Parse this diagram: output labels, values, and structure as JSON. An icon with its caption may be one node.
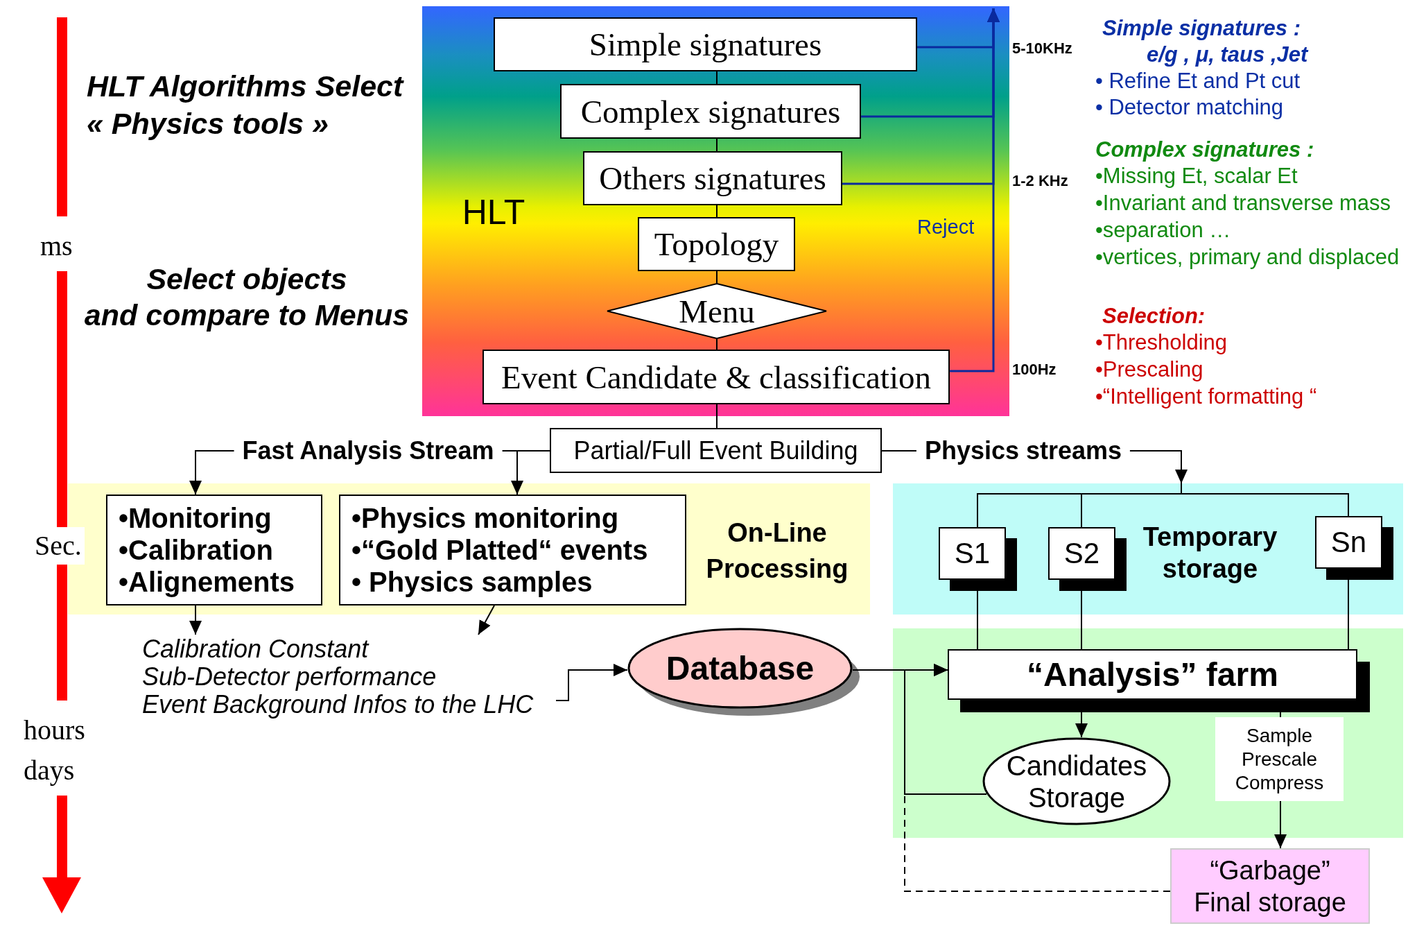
{
  "diagram": {
    "nodes": [
      {
        "text": [
          "HLT"
        ]
      },
      {
        "text": [
          "Simple signatures"
        ],
        "in": 0
      },
      {
        "text": [
          "Complex signatures"
        ],
        "in": 0
      },
      {
        "text": [
          "Others signatures"
        ],
        "in": 0
      },
      {
        "text": [
          "Topology"
        ],
        "in": 0
      },
      {
        "text": [
          "Menu"
        ],
        "in": 0
      },
      {
        "text": [
          "Event Candidate & classification"
        ],
        "in": 0
      },
      {
        "text": [
          "Partial/Full Event Building"
        ]
      },
      {
        "text": [
          "On-Line Processing"
        ]
      },
      {
        "text": [
          "•Monitoring",
          "•Calibration",
          "•Alignements"
        ],
        "in": 8
      },
      {
        "text": [
          "•Physics monitoring",
          "•“Gold Platted“ events",
          "• Physics samples"
        ],
        "in": 8
      },
      {
        "text": [
          "Calibration Constant",
          "Sub-Detector performance",
          "Event Background Infos to the LHC"
        ]
      },
      {
        "text": [
          "Database"
        ]
      },
      {
        "text": [
          "Temporary storage"
        ]
      },
      {
        "text": [
          "S1"
        ],
        "in": 13
      },
      {
        "text": [
          "S2"
        ],
        "in": 13
      },
      {
        "text": [
          "Sn"
        ],
        "in": 13
      },
      {
        "text": [],
        "shape": "box"
      },
      {
        "text": [
          "“Analysis” farm"
        ],
        "in": 17
      },
      {
        "text": [
          "Candidates Storage"
        ],
        "in": 17
      },
      {
        "text": [
          "Sample Prescale Compress"
        ],
        "in": 17
      },
      {
        "text": [
          "“Garbage” Final storage"
        ]
      }
    ],
    "edges": [
      {
        "from": 1,
        "to": 2,
        "arrow": "none"
      },
      {
        "from": 2,
        "to": 3,
        "arrow": "none"
      },
      {
        "from": 3,
        "to": 4,
        "arrow": "none"
      },
      {
        "from": 4,
        "to": 5,
        "arrow": "none"
      },
      {
        "from": 5,
        "to": 6,
        "arrow": "none"
      },
      {
        "from": 6,
        "to": 7,
        "arrow": "none"
      },
      {
        "from": 1,
        "to": null,
        "arrow": "to",
        "color": "#0a2a9e"
      },
      {
        "from": 2,
        "to": null,
        "arrow": "to",
        "color": "#0a2a9e"
      },
      {
        "from": 3,
        "to": null,
        "arrow": "to",
        "color": "#0a2a9e"
      },
      {
        "from": 6,
        "to": null,
        "arrow": "to",
        "color": "#0a2a9e"
      },
      {
        "from": 7,
        "to": 9,
        "arrow": "to",
        "label": "Fast Analysis Stream"
      },
      {
        "from": 7,
        "to": 10,
        "arrow": "to"
      },
      {
        "from": 7,
        "to": 13,
        "arrow": "to",
        "label": "Physics streams"
      },
      {
        "from": 13,
        "to": 14,
        "arrow": "none"
      },
      {
        "from": 13,
        "to": 15,
        "arrow": "none"
      },
      {
        "from": 13,
        "to": 16,
        "arrow": "none"
      },
      {
        "from": 9,
        "to": 11,
        "arrow": "to"
      },
      {
        "from": 10,
        "to": 11,
        "arrow": "to"
      },
      {
        "from": 11,
        "to": 12,
        "arrow": "to"
      },
      {
        "from": 12,
        "to": 18,
        "arrow": "to"
      },
      {
        "from": 14,
        "to": 18,
        "arrow": "none"
      },
      {
        "from": 15,
        "to": 18,
        "arrow": "none"
      },
      {
        "from": 16,
        "to": 18,
        "arrow": "none"
      },
      {
        "from": 18,
        "to": 19,
        "arrow": "to"
      },
      {
        "from": 18,
        "to": 20,
        "arrow": "none"
      },
      {
        "from": 20,
        "to": 21,
        "arrow": "to"
      },
      {
        "from": 19,
        "to": 18,
        "arrow": "to"
      },
      {
        "from": 21,
        "to": 18,
        "arrow": "to",
        "style": "dashed"
      }
    ],
    "labels": [
      "ms",
      "Sec.",
      "hours",
      "days",
      "HLT Algorithms Select « Physics tools »",
      "Select objects",
      "and compare to Menus",
      "5-10KHz",
      "1-2 KHz",
      "100Hz",
      "Reject",
      "Simple signatures :",
      "e/g , μ, taus ,Jet",
      "• Refine Et and Pt cut",
      "• Detector matching",
      "Complex signatures :",
      "•Missing Et, scalar Et",
      "•Invariant and transverse mass",
      "•separation …",
      "•vertices, primary and displaced",
      "Selection:",
      "•Thresholding",
      "•Prescaling",
      "•“Intelligent formatting “"
    ]
  }
}
